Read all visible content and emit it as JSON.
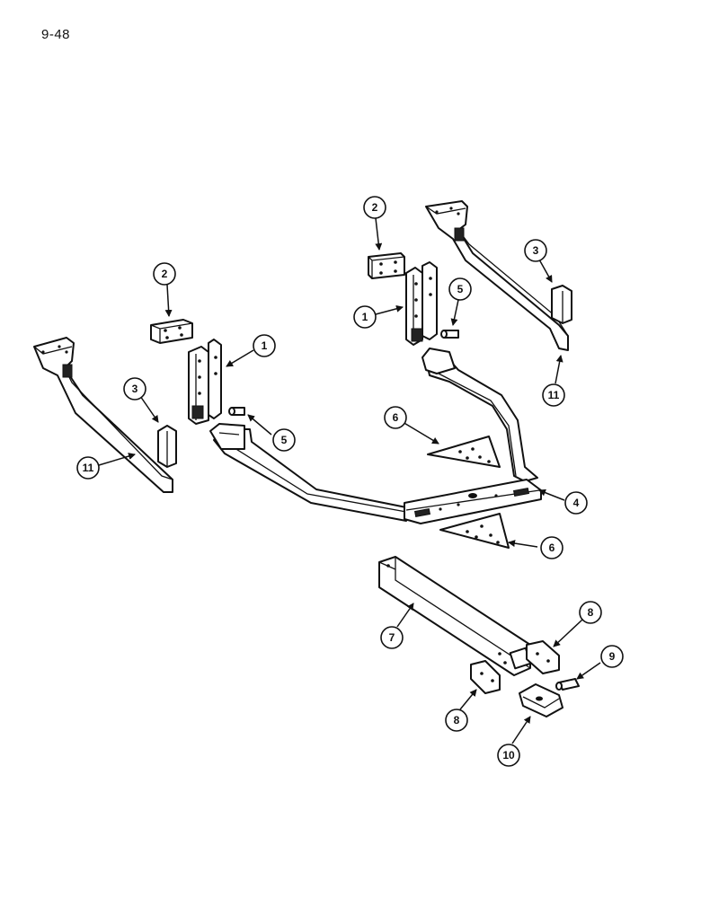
{
  "page": {
    "number": "9-48"
  },
  "callouts": {
    "c1a": "1",
    "c1b": "1",
    "c2a": "2",
    "c2b": "2",
    "c3a": "3",
    "c3b": "3",
    "c4": "4",
    "c5a": "5",
    "c5b": "5",
    "c6a": "6",
    "c6b": "6",
    "c7": "7",
    "c8a": "8",
    "c8b": "8",
    "c9": "9",
    "c10": "10",
    "c11a": "11",
    "c11b": "11"
  }
}
